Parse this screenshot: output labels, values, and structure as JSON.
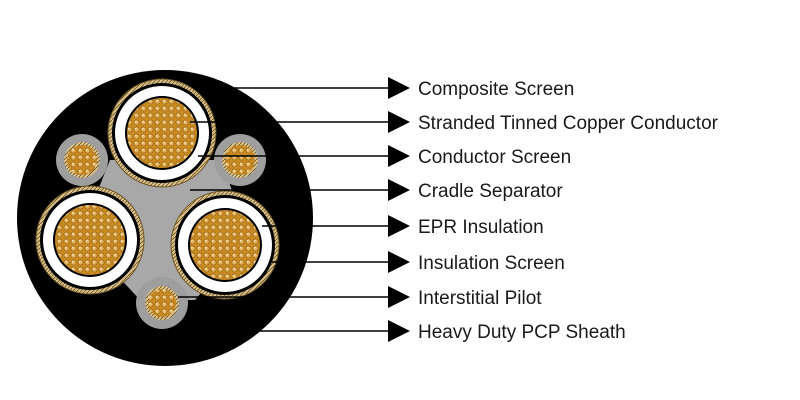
{
  "diagram": {
    "labels": [
      "Composite Screen",
      "Stranded Tinned Copper Conductor",
      "Conductor Screen",
      "Cradle Separator",
      "EPR Insulation",
      "Insulation Screen",
      "Interstitial Pilot",
      "Heavy Duty PCP Sheath"
    ]
  },
  "colors": {
    "sheath": "#000000",
    "cradle": "#a8a8a8",
    "pilot_sheath": "#9e9e9e",
    "copper": "#c98a22",
    "strand_highlight": "#f2dca8",
    "insulation": "#ffffff",
    "screen_wire": "#d9c08a",
    "leader": "#000000"
  }
}
